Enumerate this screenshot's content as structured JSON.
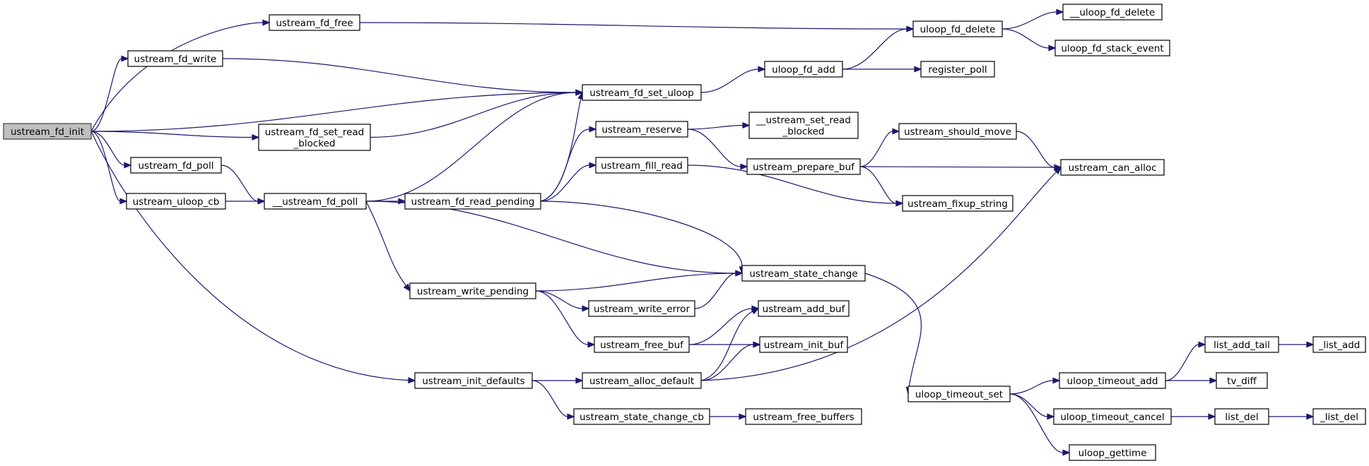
{
  "graph": {
    "colors": {
      "edge": "#191970",
      "root_fill": "#bfbfbf",
      "node_fill": "#ffffff",
      "border": "#000000"
    },
    "root": "ustream_fd_init",
    "nodes": [
      {
        "id": "ustream_fd_init",
        "lines": [
          "ustream_fd_init"
        ]
      },
      {
        "id": "ustream_fd_free",
        "lines": [
          "ustream_fd_free"
        ]
      },
      {
        "id": "ustream_fd_write",
        "lines": [
          "ustream_fd_write"
        ]
      },
      {
        "id": "ustream_fd_set_read_blocked",
        "lines": [
          "ustream_fd_set_read",
          "_blocked"
        ]
      },
      {
        "id": "ustream_fd_poll",
        "lines": [
          "ustream_fd_poll"
        ]
      },
      {
        "id": "ustream_uloop_cb",
        "lines": [
          "ustream_uloop_cb"
        ]
      },
      {
        "id": "__ustream_fd_poll",
        "lines": [
          "__ustream_fd_poll"
        ]
      },
      {
        "id": "ustream_init_defaults",
        "lines": [
          "ustream_init_defaults"
        ]
      },
      {
        "id": "ustream_fd_set_uloop",
        "lines": [
          "ustream_fd_set_uloop"
        ]
      },
      {
        "id": "ustream_reserve",
        "lines": [
          "ustream_reserve"
        ]
      },
      {
        "id": "ustream_fill_read",
        "lines": [
          "ustream_fill_read"
        ]
      },
      {
        "id": "ustream_fd_read_pending",
        "lines": [
          "ustream_fd_read_pending"
        ]
      },
      {
        "id": "ustream_write_pending",
        "lines": [
          "ustream_write_pending"
        ]
      },
      {
        "id": "ustream_write_error",
        "lines": [
          "ustream_write_error"
        ]
      },
      {
        "id": "ustream_free_buf",
        "lines": [
          "ustream_free_buf"
        ]
      },
      {
        "id": "ustream_alloc_default",
        "lines": [
          "ustream_alloc_default"
        ]
      },
      {
        "id": "ustream_state_change_cb",
        "lines": [
          "ustream_state_change_cb"
        ]
      },
      {
        "id": "uloop_fd_add",
        "lines": [
          "uloop_fd_add"
        ]
      },
      {
        "id": "__ustream_set_read_blocked",
        "lines": [
          "__ustream_set_read",
          "_blocked"
        ]
      },
      {
        "id": "ustream_prepare_buf",
        "lines": [
          "ustream_prepare_buf"
        ]
      },
      {
        "id": "ustream_state_change",
        "lines": [
          "ustream_state_change"
        ]
      },
      {
        "id": "ustream_add_buf",
        "lines": [
          "ustream_add_buf"
        ]
      },
      {
        "id": "ustream_init_buf",
        "lines": [
          "ustream_init_buf"
        ]
      },
      {
        "id": "ustream_free_buffers",
        "lines": [
          "ustream_free_buffers"
        ]
      },
      {
        "id": "uloop_fd_delete",
        "lines": [
          "uloop_fd_delete"
        ]
      },
      {
        "id": "register_poll",
        "lines": [
          "register_poll"
        ]
      },
      {
        "id": "ustream_should_move",
        "lines": [
          "ustream_should_move"
        ]
      },
      {
        "id": "ustream_fixup_string",
        "lines": [
          "ustream_fixup_string"
        ]
      },
      {
        "id": "uloop_timeout_set",
        "lines": [
          "uloop_timeout_set"
        ]
      },
      {
        "id": "__uloop_fd_delete",
        "lines": [
          "__uloop_fd_delete"
        ]
      },
      {
        "id": "uloop_fd_stack_event",
        "lines": [
          "uloop_fd_stack_event"
        ]
      },
      {
        "id": "ustream_can_alloc",
        "lines": [
          "ustream_can_alloc"
        ]
      },
      {
        "id": "uloop_timeout_add",
        "lines": [
          "uloop_timeout_add"
        ]
      },
      {
        "id": "uloop_timeout_cancel",
        "lines": [
          "uloop_timeout_cancel"
        ]
      },
      {
        "id": "uloop_gettime",
        "lines": [
          "uloop_gettime"
        ]
      },
      {
        "id": "list_add_tail",
        "lines": [
          "list_add_tail"
        ]
      },
      {
        "id": "tv_diff",
        "lines": [
          "tv_diff"
        ]
      },
      {
        "id": "list_del",
        "lines": [
          "list_del"
        ]
      },
      {
        "id": "_list_add",
        "lines": [
          "_list_add"
        ]
      },
      {
        "id": "_list_del",
        "lines": [
          "_list_del"
        ]
      }
    ],
    "edges": [
      [
        "ustream_fd_init",
        "ustream_fd_free"
      ],
      [
        "ustream_fd_init",
        "ustream_fd_write"
      ],
      [
        "ustream_fd_init",
        "ustream_fd_set_uloop"
      ],
      [
        "ustream_fd_init",
        "ustream_fd_set_read_blocked"
      ],
      [
        "ustream_fd_init",
        "ustream_fd_poll"
      ],
      [
        "ustream_fd_init",
        "ustream_uloop_cb"
      ],
      [
        "ustream_fd_init",
        "ustream_init_defaults"
      ],
      [
        "ustream_fd_free",
        "uloop_fd_delete"
      ],
      [
        "ustream_fd_write",
        "ustream_fd_set_uloop"
      ],
      [
        "ustream_fd_set_read_blocked",
        "ustream_fd_set_uloop"
      ],
      [
        "ustream_fd_poll",
        "__ustream_fd_poll"
      ],
      [
        "ustream_uloop_cb",
        "__ustream_fd_poll"
      ],
      [
        "__ustream_fd_poll",
        "ustream_fd_set_uloop"
      ],
      [
        "__ustream_fd_poll",
        "ustream_fd_read_pending"
      ],
      [
        "__ustream_fd_poll",
        "ustream_state_change"
      ],
      [
        "__ustream_fd_poll",
        "ustream_write_pending"
      ],
      [
        "ustream_fd_set_uloop",
        "uloop_fd_add"
      ],
      [
        "ustream_fd_read_pending",
        "ustream_fd_set_uloop"
      ],
      [
        "ustream_fd_read_pending",
        "ustream_reserve"
      ],
      [
        "ustream_fd_read_pending",
        "ustream_fill_read"
      ],
      [
        "ustream_fd_read_pending",
        "ustream_state_change"
      ],
      [
        "ustream_reserve",
        "__ustream_set_read_blocked"
      ],
      [
        "ustream_reserve",
        "ustream_prepare_buf"
      ],
      [
        "ustream_fill_read",
        "ustream_fixup_string"
      ],
      [
        "ustream_write_pending",
        "ustream_state_change"
      ],
      [
        "ustream_write_pending",
        "ustream_write_error"
      ],
      [
        "ustream_write_pending",
        "ustream_free_buf"
      ],
      [
        "ustream_write_error",
        "ustream_state_change"
      ],
      [
        "ustream_free_buf",
        "ustream_add_buf"
      ],
      [
        "ustream_free_buf",
        "ustream_init_buf"
      ],
      [
        "ustream_init_defaults",
        "ustream_alloc_default"
      ],
      [
        "ustream_init_defaults",
        "ustream_state_change_cb"
      ],
      [
        "ustream_alloc_default",
        "ustream_add_buf"
      ],
      [
        "ustream_alloc_default",
        "ustream_init_buf"
      ],
      [
        "ustream_alloc_default",
        "ustream_can_alloc"
      ],
      [
        "ustream_state_change_cb",
        "ustream_free_buffers"
      ],
      [
        "uloop_fd_add",
        "uloop_fd_delete"
      ],
      [
        "uloop_fd_add",
        "register_poll"
      ],
      [
        "ustream_prepare_buf",
        "ustream_should_move"
      ],
      [
        "ustream_prepare_buf",
        "ustream_can_alloc"
      ],
      [
        "ustream_prepare_buf",
        "ustream_fixup_string"
      ],
      [
        "ustream_should_move",
        "ustream_can_alloc"
      ],
      [
        "ustream_state_change",
        "uloop_timeout_set"
      ],
      [
        "uloop_fd_delete",
        "__uloop_fd_delete"
      ],
      [
        "uloop_fd_delete",
        "uloop_fd_stack_event"
      ],
      [
        "uloop_timeout_set",
        "uloop_timeout_add"
      ],
      [
        "uloop_timeout_set",
        "uloop_timeout_cancel"
      ],
      [
        "uloop_timeout_set",
        "uloop_gettime"
      ],
      [
        "uloop_timeout_add",
        "list_add_tail"
      ],
      [
        "uloop_timeout_add",
        "tv_diff"
      ],
      [
        "uloop_timeout_cancel",
        "list_del"
      ],
      [
        "list_add_tail",
        "_list_add"
      ],
      [
        "list_del",
        "_list_del"
      ]
    ]
  }
}
